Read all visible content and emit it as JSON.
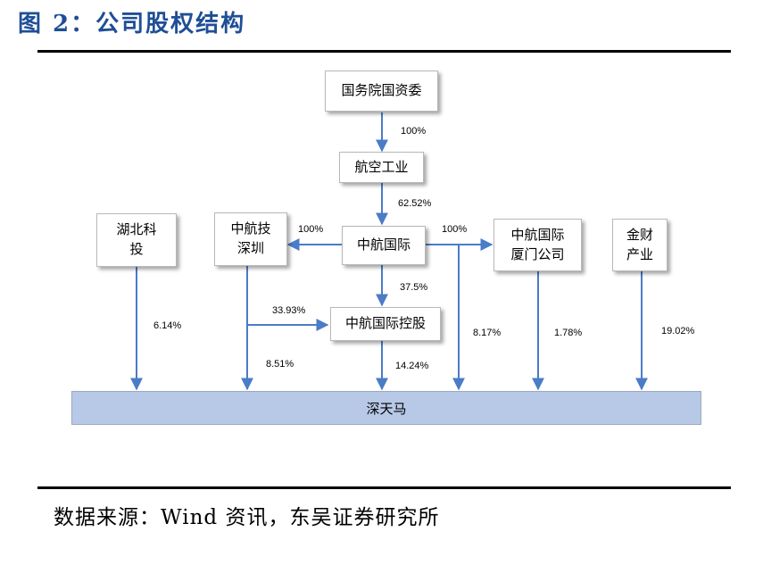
{
  "figure": {
    "title": "图 2：公司股权结构",
    "source": "数据来源：Wind 资讯，东吴证券研究所"
  },
  "nodes": {
    "sasac": "国务院国资委",
    "avic": "航空工业",
    "avic_intl": "中航国际",
    "avic_holding": "中航国际控股",
    "hubei_line1": "湖北科",
    "hubei_line2": "投",
    "avictech_line1": "中航技",
    "avictech_line2": "深圳",
    "xiamen_line1": "中航国际",
    "xiamen_line2": "厦门公司",
    "jincai_line1": "金财",
    "jincai_line2": "产业",
    "target": "深天马"
  },
  "edges": {
    "sasac_avic": "100%",
    "avic_intl": "62.52%",
    "intl_avictech": "100%",
    "intl_xiamen": "100%",
    "intl_holding": "37.5%",
    "avictech_holding": "33.93%",
    "hubei_target": "6.14%",
    "avictech_target": "8.51%",
    "holding_target": "14.24%",
    "intl_target": "8.17%",
    "xiamen_target": "1.78%",
    "jincai_target": "19.02%"
  },
  "colors": {
    "arrow": "#4a7cc7",
    "target_fill": "#b7c9e6",
    "title": "#1f4e96"
  }
}
